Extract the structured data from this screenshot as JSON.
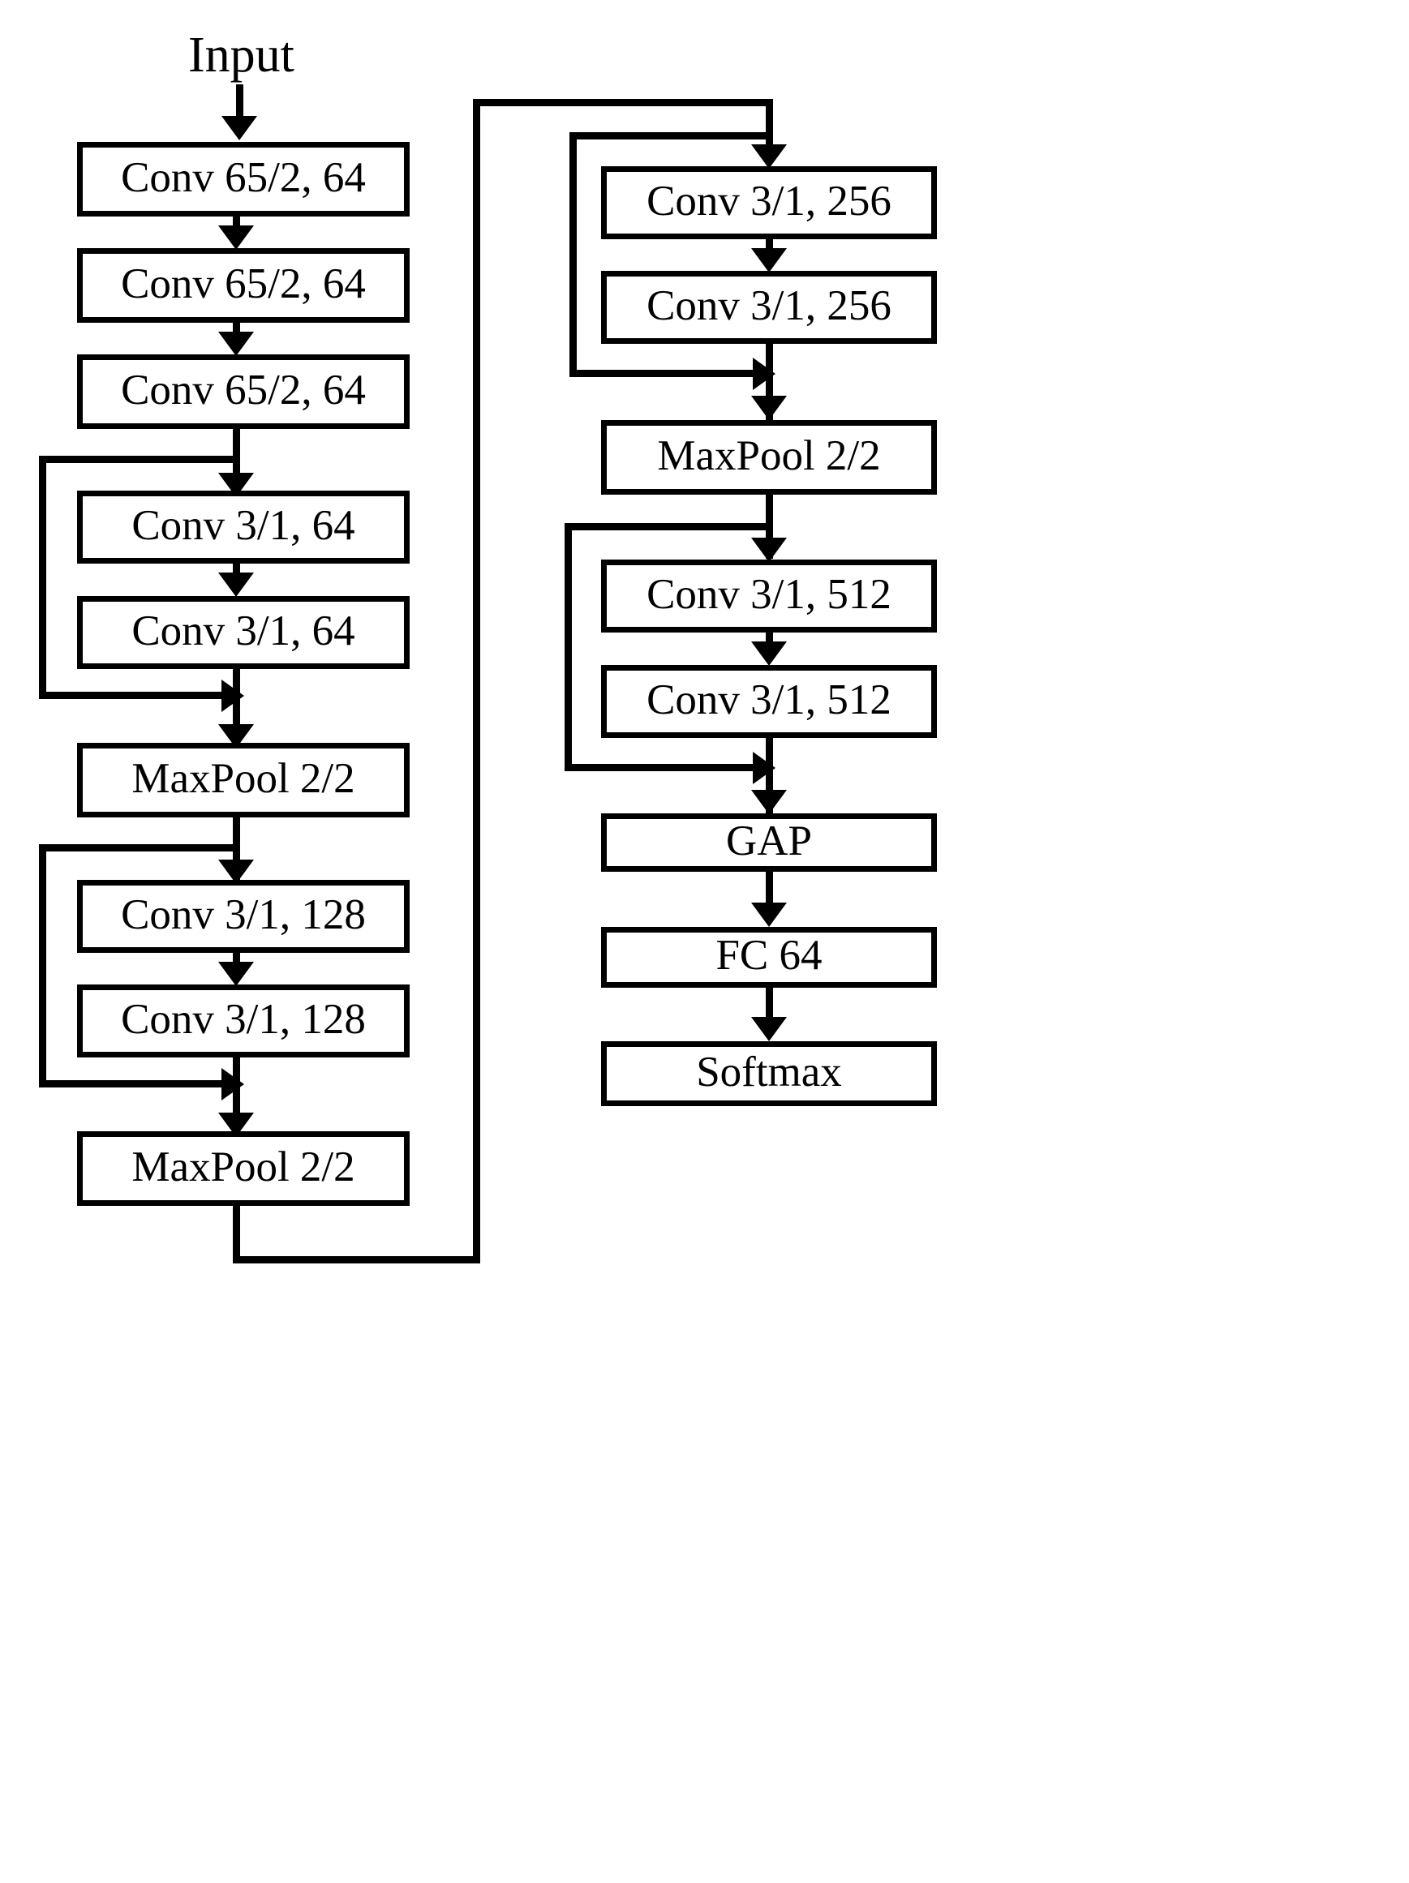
{
  "diagram": {
    "title_label": "Input",
    "type": "cnn-architecture-flowchart",
    "colors": {
      "stroke": "#000000",
      "background": "#ffffff",
      "text": "#000000"
    },
    "left_column": {
      "nodes": [
        {
          "id": "conv1",
          "label": "Conv 65/2, 64"
        },
        {
          "id": "conv2",
          "label": "Conv 65/2, 64"
        },
        {
          "id": "conv3",
          "label": "Conv 65/2, 64"
        },
        {
          "id": "conv4",
          "label": "Conv 3/1, 64"
        },
        {
          "id": "conv5",
          "label": "Conv 3/1, 64"
        },
        {
          "id": "pool1",
          "label": "MaxPool 2/2"
        },
        {
          "id": "conv6",
          "label": "Conv 3/1, 128"
        },
        {
          "id": "conv7",
          "label": "Conv 3/1, 128"
        },
        {
          "id": "pool2",
          "label": "MaxPool 2/2"
        }
      ]
    },
    "right_column": {
      "nodes": [
        {
          "id": "conv8",
          "label": "Conv 3/1, 256"
        },
        {
          "id": "conv9",
          "label": "Conv 3/1, 256"
        },
        {
          "id": "pool3",
          "label": "MaxPool 2/2"
        },
        {
          "id": "conv10",
          "label": "Conv 3/1, 512"
        },
        {
          "id": "conv11",
          "label": "Conv 3/1, 512"
        },
        {
          "id": "gap",
          "label": "GAP"
        },
        {
          "id": "fc",
          "label": "FC 64"
        },
        {
          "id": "softmax",
          "label": "Softmax"
        }
      ]
    },
    "skip_connections": [
      {
        "from": "conv3",
        "to": "conv5",
        "side": "left"
      },
      {
        "from": "pool1",
        "to": "conv7",
        "side": "left"
      },
      {
        "from": "pool2",
        "to": "conv8",
        "side": "wrap-to-right-column"
      },
      {
        "from": "pool2_branch",
        "to": "conv9",
        "side": "left"
      },
      {
        "from": "pool3",
        "to": "conv11",
        "side": "left"
      }
    ]
  }
}
